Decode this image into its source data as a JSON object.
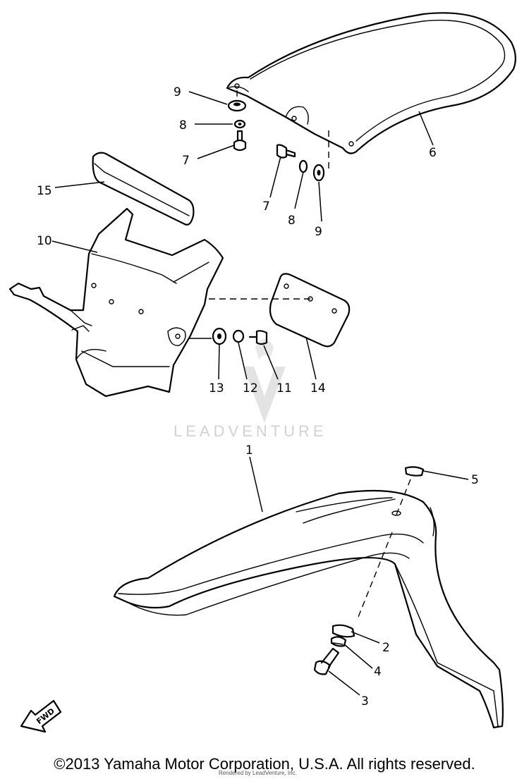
{
  "watermark": {
    "brand": "LEADVENTURE"
  },
  "callouts": [
    {
      "id": "1",
      "label": "1"
    },
    {
      "id": "2",
      "label": "2"
    },
    {
      "id": "3",
      "label": "3"
    },
    {
      "id": "4",
      "label": "4"
    },
    {
      "id": "5",
      "label": "5"
    },
    {
      "id": "6",
      "label": "6"
    },
    {
      "id": "7a",
      "label": "7"
    },
    {
      "id": "7b",
      "label": "7"
    },
    {
      "id": "8a",
      "label": "8"
    },
    {
      "id": "8b",
      "label": "8"
    },
    {
      "id": "9a",
      "label": "9"
    },
    {
      "id": "9b",
      "label": "9"
    },
    {
      "id": "10",
      "label": "10"
    },
    {
      "id": "11",
      "label": "11"
    },
    {
      "id": "12",
      "label": "12"
    },
    {
      "id": "13",
      "label": "13"
    },
    {
      "id": "14",
      "label": "14"
    },
    {
      "id": "15",
      "label": "15"
    }
  ],
  "fwd_arrow": {
    "label": "FWD"
  },
  "footer": {
    "copyright": "©2013 Yamaha Motor Corporation, U.S.A. All rights reserved.",
    "rendered_by": "Rendered by LeadVenture, Inc."
  }
}
